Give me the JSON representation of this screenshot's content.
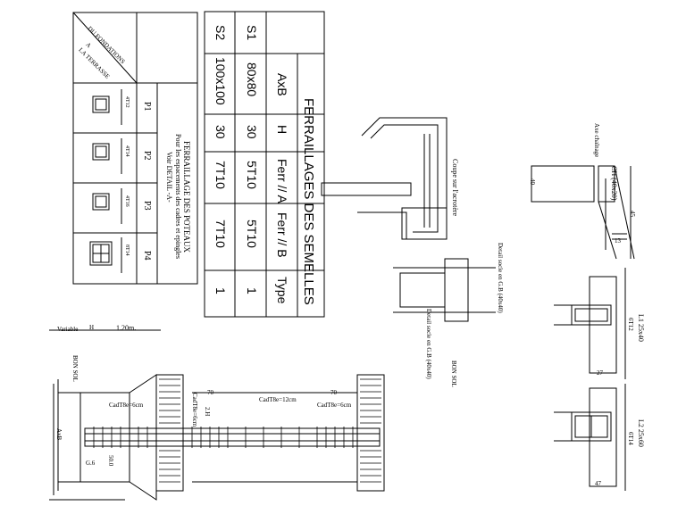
{
  "semelles_table": {
    "title": "FERRAILLAGES DES SEMELLES",
    "headers": [
      "AxB",
      "H",
      "Ferr // A",
      "Ferr // B",
      "Type"
    ],
    "rows": [
      [
        "80x80",
        "30",
        "5T10",
        "5T10",
        "1"
      ],
      [
        "100x100",
        "30",
        "7T10",
        "7T10",
        "1"
      ]
    ],
    "row_labels": [
      "S1",
      "S2"
    ]
  },
  "poteaux_table": {
    "title": "FERRAILLAGE DES POTEAUX",
    "subtitle_line1": "Pour les espacements des cadres et epingles",
    "subtitle_line2": "Voir DETAIL -A-",
    "corner_label_line1": "DU FONDATIONS",
    "corner_label_line2": "A",
    "corner_label_line3": "LA TERRASSE",
    "columns": [
      "P1",
      "P2",
      "P3",
      "P4"
    ],
    "section_notes": [
      "4T12",
      "4T14",
      "4T16",
      "8T14"
    ]
  },
  "annotations": {
    "coupe_acrotere": "Coupe sur l'acrotère",
    "ch_label": "CH (40x20)",
    "axe_label": "Axe chaînage",
    "l1_label": "L1 25x40",
    "l2_label": "L2 25x60",
    "detail_socle_1": "Detail socle en G.B (40x40)",
    "detail_socle_2": "Detail socle en G.B (40x40)",
    "bon_sol_1": "BON SOL",
    "bon_sol_2": "BON SOL",
    "variable": "Variable",
    "h_label": "H",
    "dim_120": "1.20m.",
    "cadt8_1": "CadT8e=6cm",
    "cadt8_2": "CadT8e=6cm",
    "cadt8_3": "CadT8e=12cm",
    "cadt8_4": "CadT8e=6cm",
    "dim_70_1": "70",
    "dim_70_2": "70",
    "axb": "AxB",
    "g6": "G.6",
    "dim_50": "50.0",
    "ferr_1": "6T12",
    "ferr_2": "6T14",
    "dim_2h": "2.H",
    "dim_27": "27",
    "dim_13": "13",
    "dim_47": "47",
    "dim_40": "40",
    "dim_45": "45"
  }
}
